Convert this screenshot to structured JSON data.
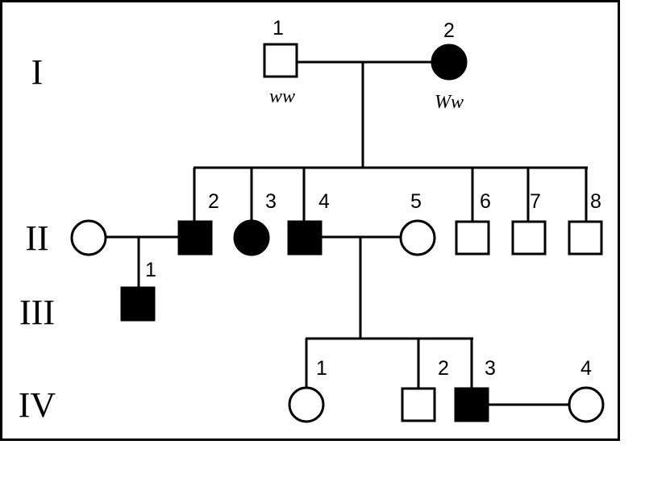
{
  "generations": [
    {
      "label": "I"
    },
    {
      "label": "II"
    },
    {
      "label": "III"
    },
    {
      "label": "IV"
    }
  ],
  "individuals": {
    "I-1": {
      "number": "1",
      "sex": "male",
      "affected": false,
      "genotype": "ww"
    },
    "I-2": {
      "number": "2",
      "sex": "female",
      "affected": true,
      "genotype": "Ww"
    },
    "II-1": {
      "number": "",
      "sex": "female",
      "affected": false
    },
    "II-2": {
      "number": "2",
      "sex": "male",
      "affected": true
    },
    "II-3": {
      "number": "3",
      "sex": "female",
      "affected": true
    },
    "II-4": {
      "number": "4",
      "sex": "male",
      "affected": true
    },
    "II-5": {
      "number": "5",
      "sex": "female",
      "affected": false
    },
    "II-6": {
      "number": "6",
      "sex": "male",
      "affected": false
    },
    "II-7": {
      "number": "7",
      "sex": "male",
      "affected": false
    },
    "II-8": {
      "number": "8",
      "sex": "male",
      "affected": false
    },
    "III-1": {
      "number": "1",
      "sex": "male",
      "affected": true
    },
    "IV-1": {
      "number": "1",
      "sex": "female",
      "affected": false
    },
    "IV-2": {
      "number": "2",
      "sex": "male",
      "affected": false
    },
    "IV-3": {
      "number": "3",
      "sex": "male",
      "affected": true
    },
    "IV-4": {
      "number": "4",
      "sex": "female",
      "affected": false
    }
  },
  "colors": {
    "affected": "#000000",
    "unaffected": "#ffffff",
    "line": "#000000"
  }
}
